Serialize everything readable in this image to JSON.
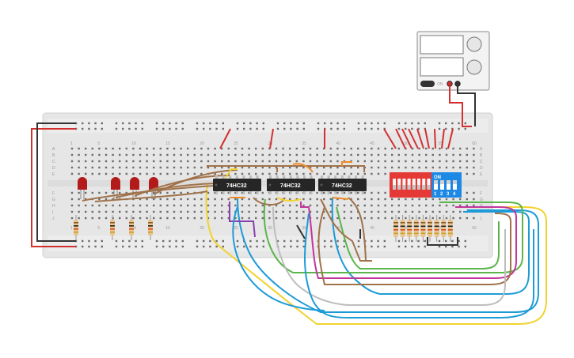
{
  "ics": [
    {
      "label": "74HC32"
    },
    {
      "label": "74HC32"
    },
    {
      "label": "74HC32"
    }
  ],
  "column_numbers": [
    "1",
    "5",
    "10",
    "15",
    "20",
    "25",
    "30",
    "35",
    "40",
    "45",
    "50",
    "55",
    "60"
  ],
  "row_letters_top": [
    "A",
    "B",
    "C",
    "D",
    "E"
  ],
  "row_letters_bottom": [
    "F",
    "G",
    "H",
    "I",
    "J"
  ],
  "dip_switch": {
    "on_label": "ON",
    "positions": [
      "1",
      "2",
      "3",
      "4"
    ]
  },
  "power_supply": {
    "brand_text": "ON"
  },
  "colors": {
    "breadboard": "#e4e4e4",
    "rail_red": "#d32f2f",
    "rail_black": "#333333",
    "chip": "#262626",
    "led": "#b31b1b",
    "dip_red": "#e53935",
    "dip_blue": "#1e88e5",
    "wire_brown": "#a0724a",
    "wire_yellow": "#f2d22e",
    "wire_blue": "#1e9bd7",
    "wire_green": "#5ab54a",
    "wire_purple": "#8a3fb0",
    "wire_magenta": "#c2369b",
    "wire_gray": "#bdbdbd",
    "wire_orange": "#f08a24",
    "wire_red": "#d32f2f"
  },
  "icons": [
    "power-supply-icon",
    "led-icon",
    "resistor-icon",
    "ic-chip-icon",
    "dip-switch-icon"
  ]
}
